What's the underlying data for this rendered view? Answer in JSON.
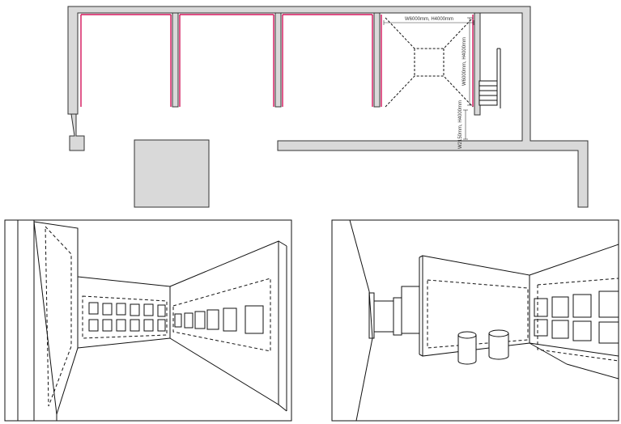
{
  "floor_plan": {
    "dimensions": {
      "area_top": "W6000mm, H4000mm",
      "area_side": "W6000mm, H4000mm",
      "door": "W2150mm, H4000mm"
    }
  },
  "colors": {
    "wall": "#d9d9d9",
    "outline": "#333333",
    "accent": "#d4145a",
    "line": "#111111",
    "background": "#ffffff"
  }
}
